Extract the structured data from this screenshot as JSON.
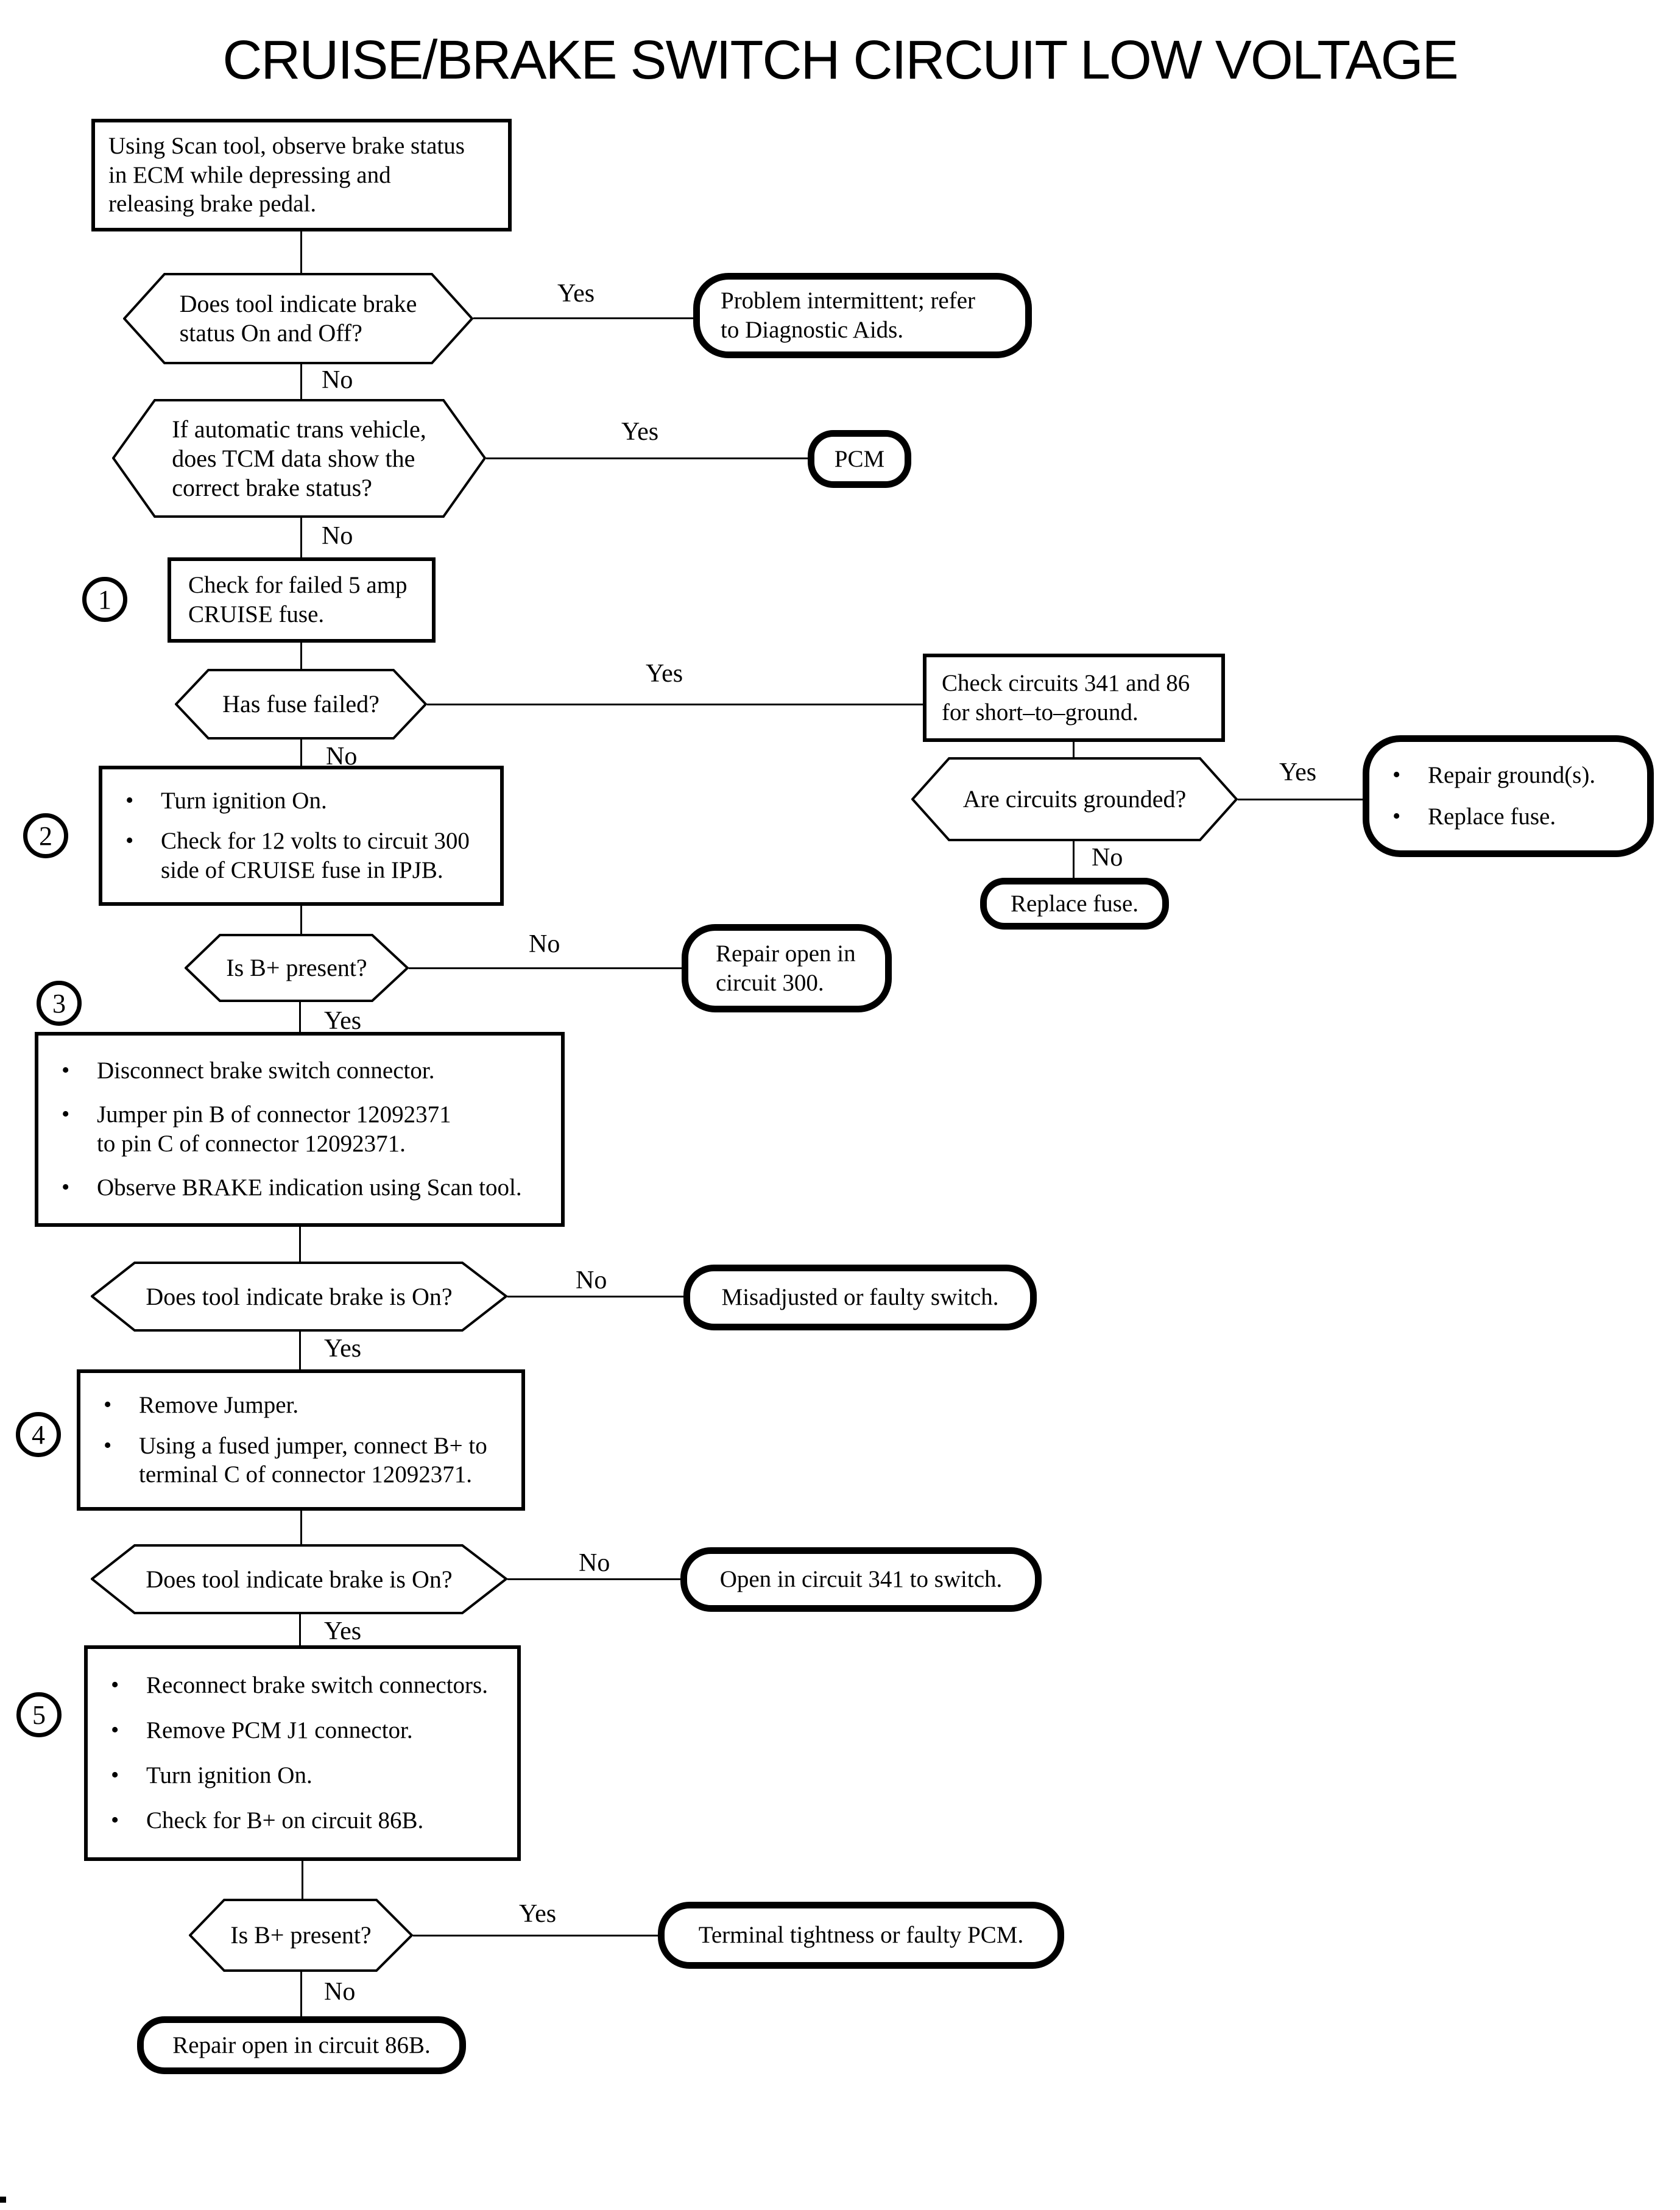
{
  "title": "CRUISE/BRAKE SWITCH CIRCUIT LOW VOLTAGE",
  "glyphs": {
    "bullet": "•"
  },
  "labels": {
    "yes": "Yes",
    "no": "No"
  },
  "steps": {
    "s1": "1",
    "s2": "2",
    "s3": "3",
    "s4": "4",
    "s5": "5"
  },
  "nodes": {
    "start": "Using Scan tool, observe brake status\nin ECM while depressing and\nreleasing brake pedal.",
    "q_on_off": "Does tool indicate brake\nstatus On and Off?",
    "problem_intermittent": "Problem intermittent; refer\nto Diagnostic Aids.",
    "q_tcm": "If automatic trans vehicle,\ndoes TCM data show the\ncorrect brake status?",
    "pcm": "PCM",
    "check_fuse": "Check for failed 5 amp\nCRUISE fuse.",
    "q_fuse_failed": "Has fuse failed?",
    "check_circuits": "Check circuits 341 and 86\nfor short–to–ground.",
    "q_grounded": "Are circuits grounded?",
    "repair_grounds": {
      "items": [
        "Repair ground(s).",
        "Replace fuse."
      ]
    },
    "replace_fuse": "Replace fuse.",
    "ignition_check": {
      "items": [
        "Turn ignition On.",
        "Check for 12 volts to circuit 300\nside of CRUISE fuse in IPJB."
      ]
    },
    "q_bplus_1": "Is B+ present?",
    "repair_300": "Repair open in\ncircuit 300.",
    "jumper_test": {
      "items": [
        "Disconnect brake switch connector.",
        "Jumper pin B of connector 12092371\nto pin C of connector 12092371.",
        "Observe BRAKE indication using Scan tool."
      ]
    },
    "q_brake_on_1": "Does tool indicate brake is On?",
    "misadjusted": "Misadjusted or faulty switch.",
    "fused_jumper": {
      "items": [
        "Remove Jumper.",
        "Using a fused jumper, connect B+ to\nterminal C of connector 12092371."
      ]
    },
    "q_brake_on_2": "Does tool indicate brake is On?",
    "open_341": "Open in circuit 341 to switch.",
    "reconnect": {
      "items": [
        "Reconnect brake switch connectors.",
        "Remove PCM J1 connector.",
        "Turn ignition On.",
        "Check for B+ on circuit 86B."
      ]
    },
    "q_bplus_2": "Is B+ present?",
    "terminal_tightness": "Terminal tightness or faulty PCM.",
    "repair_86b": "Repair open in circuit 86B."
  }
}
